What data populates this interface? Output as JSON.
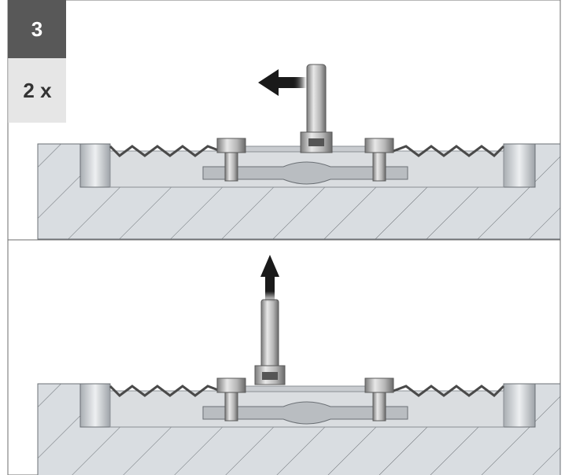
{
  "step": {
    "number": "3",
    "quantity": "2 x"
  },
  "colors": {
    "frame": "#6e6e6e",
    "step_badge": "#585858",
    "quantity_badge": "#e6e6e6",
    "block_fill": "#d9dde1",
    "hatch": "#6b7075",
    "arrow": "#1a1a1a"
  },
  "panels": [
    {
      "id": "top",
      "action": "slide-left",
      "arrow_direction": "left"
    },
    {
      "id": "bottom",
      "action": "lift-up",
      "arrow_direction": "up"
    }
  ]
}
